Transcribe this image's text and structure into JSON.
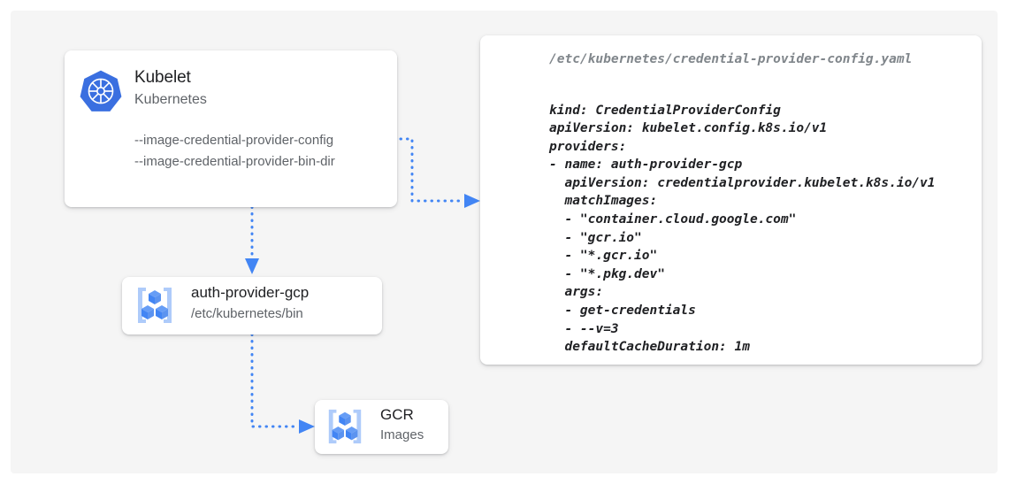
{
  "canvas": {
    "background_color": "#f5f5f5",
    "page_background_color": "#ffffff"
  },
  "colors": {
    "accent_blue": "#4285f4",
    "icon_light_blue": "#aecbfa",
    "icon_mid_blue": "#669df6",
    "text_primary": "#202124",
    "text_secondary": "#5f6368",
    "text_muted": "#80868b",
    "card_background": "#ffffff"
  },
  "nodes": {
    "kubelet": {
      "icon": "kubernetes-icon",
      "title": "Kubelet",
      "subtitle": "Kubernetes",
      "flags": [
        "--image-credential-provider-config",
        "--image-credential-provider-bin-dir"
      ]
    },
    "auth_provider": {
      "icon": "gcp-container-registry-icon",
      "title": "auth-provider-gcp",
      "subtitle": "/etc/kubernetes/bin"
    },
    "gcr": {
      "icon": "gcp-container-registry-icon",
      "title": "GCR",
      "subtitle": "Images"
    }
  },
  "yaml_card": {
    "path": "/etc/kubernetes/credential-provider-config.yaml",
    "content": "kind: CredentialProviderConfig\napiVersion: kubelet.config.k8s.io/v1\nproviders:\n- name: auth-provider-gcp\n  apiVersion: credentialprovider.kubelet.k8s.io/v1\n  matchImages:\n  - \"container.cloud.google.com\"\n  - \"gcr.io\"\n  - \"*.gcr.io\"\n  - \"*.pkg.dev\"\n  args:\n  - get-credentials\n  - --v=3\n  defaultCacheDuration: 1m"
  },
  "connectors": [
    {
      "name": "kubelet-to-config",
      "from": "kubelet.flags",
      "to": "yaml_card",
      "style": "dotted",
      "arrowhead": "right"
    },
    {
      "name": "kubelet-to-auth-provider",
      "from": "kubelet",
      "to": "auth_provider",
      "style": "dotted",
      "arrowhead": "down"
    },
    {
      "name": "auth-provider-to-gcr",
      "from": "auth_provider",
      "to": "gcr",
      "style": "dotted",
      "arrowhead": "right"
    }
  ]
}
